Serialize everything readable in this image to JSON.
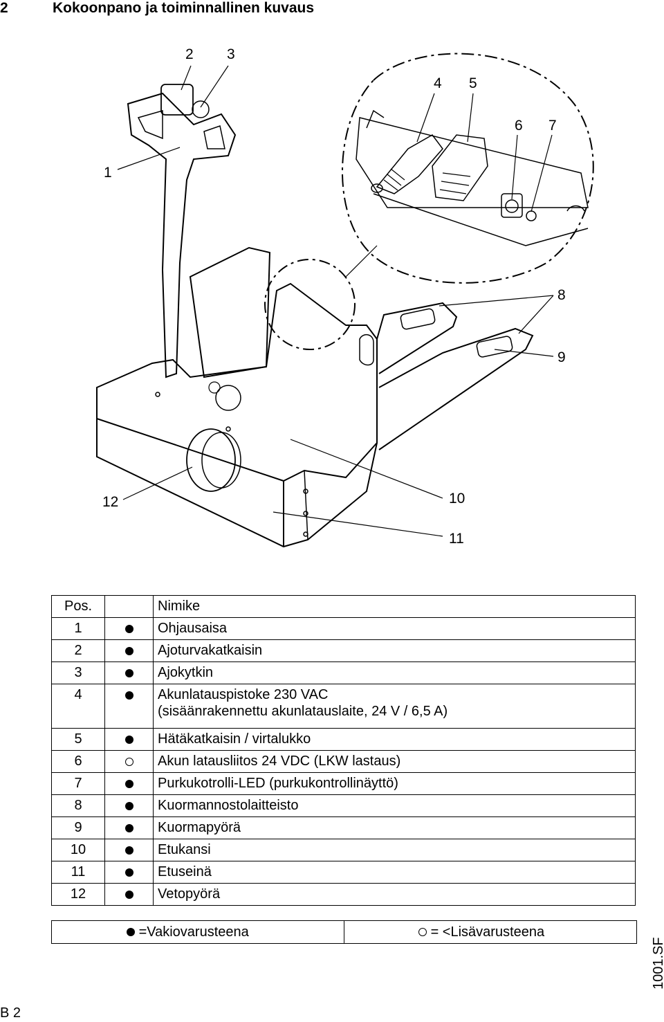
{
  "section": {
    "number": "2",
    "title": "Kokoonpano ja toiminnallinen kuvaus"
  },
  "figure": {
    "callouts": [
      "1",
      "2",
      "3",
      "4",
      "5",
      "6",
      "7",
      "8",
      "9",
      "10",
      "11",
      "12"
    ]
  },
  "parts_table": {
    "header": {
      "pos": "Pos.",
      "name": "Nimike"
    },
    "rows": [
      {
        "pos": "1",
        "mark": "standard",
        "name": "Ohjausaisa"
      },
      {
        "pos": "2",
        "mark": "standard",
        "name": "Ajoturvakatkaisin"
      },
      {
        "pos": "3",
        "mark": "standard",
        "name": "Ajokytkin"
      },
      {
        "pos": "4",
        "mark": "standard",
        "name": "Akunlatauspistoke 230 VAC",
        "name2": "(sisäänrakennettu akunlatauslaite, 24 V / 6,5 A)"
      },
      {
        "pos": "5",
        "mark": "standard",
        "name": "Hätäkatkaisin / virtalukko"
      },
      {
        "pos": "6",
        "mark": "optional",
        "name": "Akun latausliitos 24 VDC (LKW lastaus)"
      },
      {
        "pos": "7",
        "mark": "standard",
        "name": "Purkukotrolli-LED (purkukontrollinäyttö)"
      },
      {
        "pos": "8",
        "mark": "standard",
        "name": "Kuormannostolaitteisto"
      },
      {
        "pos": "9",
        "mark": "standard",
        "name": "Kuormapyörä"
      },
      {
        "pos": "10",
        "mark": "standard",
        "name": "Etukansi"
      },
      {
        "pos": "11",
        "mark": "standard",
        "name": "Etuseinä"
      },
      {
        "pos": "12",
        "mark": "standard",
        "name": "Vetopyörä"
      }
    ]
  },
  "legend": {
    "standard": "=Vakiovarusteena",
    "optional": "= <Lisävarusteena"
  },
  "doc_ref": "1001.SF",
  "page_number": "B 2"
}
